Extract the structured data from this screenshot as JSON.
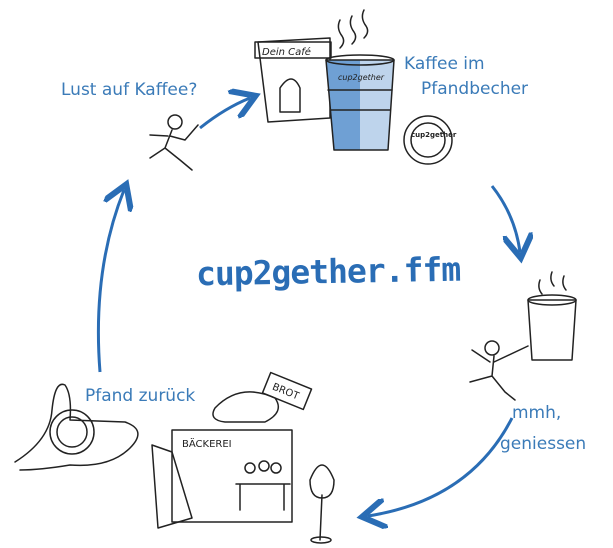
{
  "title": "cup2gether.ffm",
  "steps": {
    "step1": "Lust auf Kaffee?",
    "step2_line1": "Kaffee im",
    "step2_line2": "Pfandbecher",
    "step3_line1": "mmh,",
    "step3_line2": "geniessen",
    "step4": "Pfand zurück"
  },
  "sketch_text": {
    "cafe_sign": "Dein Café",
    "cup_label": "cup2gether",
    "lid_label": "cup2gether",
    "bakery_sign": "BÄCKEREI",
    "bread_sign": "BROT"
  },
  "colors": {
    "accent": "#2a6db5",
    "label": "#3b7bb8",
    "cup": "#6fa0d4"
  }
}
